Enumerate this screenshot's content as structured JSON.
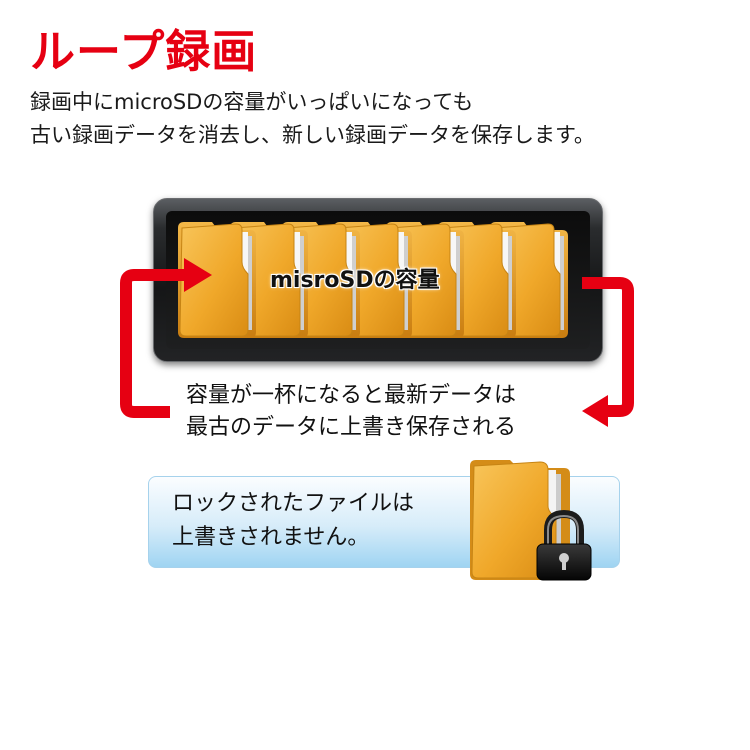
{
  "header": {
    "title": "ループ録画",
    "description_lines": [
      "録画中にmicroSDの容量がいっぱいになっても",
      "古い録画データを消去し、新しい録画データを保存します。"
    ]
  },
  "diagram": {
    "capacity_label": "misroSDの容量",
    "loop_caption_lines": [
      "容量が一杯になると最新データは",
      "最古のデータに上書き保存される"
    ],
    "folder_icon": "folder-icon",
    "arrow_icon": "loop-arrow-icon"
  },
  "lock_notice": {
    "lines": [
      "ロックされたファイルは",
      "上書きされません。"
    ],
    "icons": [
      "folder-icon",
      "padlock-icon"
    ]
  },
  "colors": {
    "title_red": "#e60012",
    "arrow_red": "#e60012",
    "folder_orange": "#f3ac2e",
    "notice_blue": "#9fd4f2"
  }
}
